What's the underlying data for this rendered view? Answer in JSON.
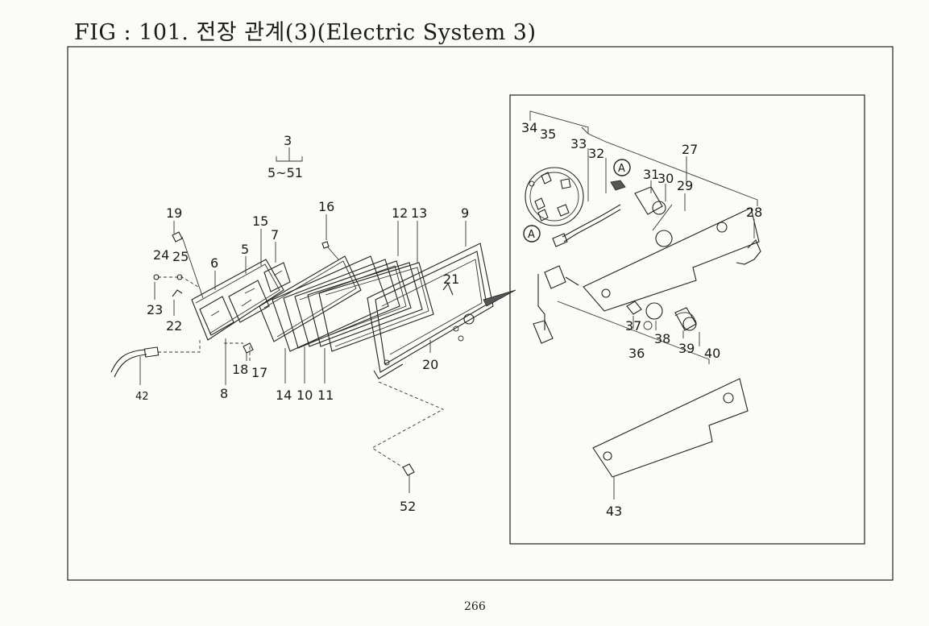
{
  "title": "FIG : 101. 전장 관계(3)(Electric System 3)",
  "page_number": "266",
  "assembly": {
    "number": "3",
    "range": "5~51"
  },
  "detail_marker": "A",
  "callouts": [
    {
      "id": "c42",
      "text": "42"
    },
    {
      "id": "c19",
      "text": "19"
    },
    {
      "id": "c24",
      "text": "24"
    },
    {
      "id": "c25",
      "text": "25"
    },
    {
      "id": "c23",
      "text": "23"
    },
    {
      "id": "c22",
      "text": "22"
    },
    {
      "id": "c6",
      "text": "6"
    },
    {
      "id": "c5",
      "text": "5"
    },
    {
      "id": "c15",
      "text": "15"
    },
    {
      "id": "c7",
      "text": "7"
    },
    {
      "id": "c16",
      "text": "16"
    },
    {
      "id": "c8",
      "text": "8"
    },
    {
      "id": "c18",
      "text": "18"
    },
    {
      "id": "c17",
      "text": "17"
    },
    {
      "id": "c14",
      "text": "14"
    },
    {
      "id": "c10",
      "text": "10"
    },
    {
      "id": "c11",
      "text": "11"
    },
    {
      "id": "c12",
      "text": "12"
    },
    {
      "id": "c13",
      "text": "13"
    },
    {
      "id": "c9",
      "text": "9"
    },
    {
      "id": "c21",
      "text": "21"
    },
    {
      "id": "c20",
      "text": "20"
    },
    {
      "id": "c52",
      "text": "52"
    },
    {
      "id": "c34",
      "text": "34"
    },
    {
      "id": "c35",
      "text": "35"
    },
    {
      "id": "c33",
      "text": "33"
    },
    {
      "id": "c32",
      "text": "32"
    },
    {
      "id": "c27",
      "text": "27"
    },
    {
      "id": "c31",
      "text": "31"
    },
    {
      "id": "c30",
      "text": "30"
    },
    {
      "id": "c29",
      "text": "29"
    },
    {
      "id": "c28",
      "text": "28"
    },
    {
      "id": "c37",
      "text": "37"
    },
    {
      "id": "c38",
      "text": "38"
    },
    {
      "id": "c39",
      "text": "39"
    },
    {
      "id": "c40",
      "text": "40"
    },
    {
      "id": "c36",
      "text": "36"
    },
    {
      "id": "c43",
      "text": "43"
    }
  ]
}
